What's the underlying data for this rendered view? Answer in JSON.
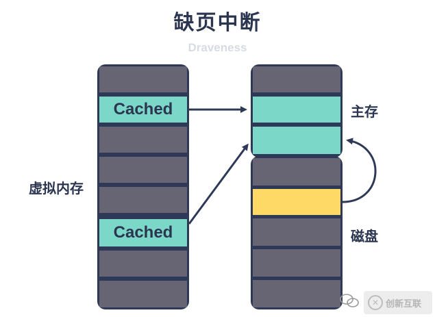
{
  "title": "缺页中断",
  "subtitle": "Draveness",
  "virtual_memory": {
    "label": "虚拟内存",
    "cells": [
      {
        "text": "",
        "kind": "empty"
      },
      {
        "text": "Cached",
        "kind": "cached"
      },
      {
        "text": "",
        "kind": "empty"
      },
      {
        "text": "",
        "kind": "empty"
      },
      {
        "text": "",
        "kind": "empty"
      },
      {
        "text": "Cached",
        "kind": "cached"
      },
      {
        "text": "",
        "kind": "empty"
      },
      {
        "text": "",
        "kind": "empty"
      }
    ]
  },
  "main_memory": {
    "label": "主存",
    "cells": [
      {
        "text": "",
        "kind": "empty"
      },
      {
        "text": "",
        "kind": "cached"
      },
      {
        "text": "",
        "kind": "cached"
      }
    ]
  },
  "disk": {
    "label": "磁盘",
    "cells": [
      {
        "text": "",
        "kind": "empty"
      },
      {
        "text": "",
        "kind": "disk"
      },
      {
        "text": "",
        "kind": "empty"
      },
      {
        "text": "",
        "kind": "empty"
      },
      {
        "text": "",
        "kind": "empty"
      }
    ]
  },
  "colors": {
    "dark": "#2d3956",
    "cell": "#676573",
    "cached": "#7bd8c8",
    "disk": "#ffd966"
  },
  "watermark": {
    "text": "创新互联",
    "logo_icon": "x-logo-icon",
    "wechat_icon": "wechat-icon"
  }
}
